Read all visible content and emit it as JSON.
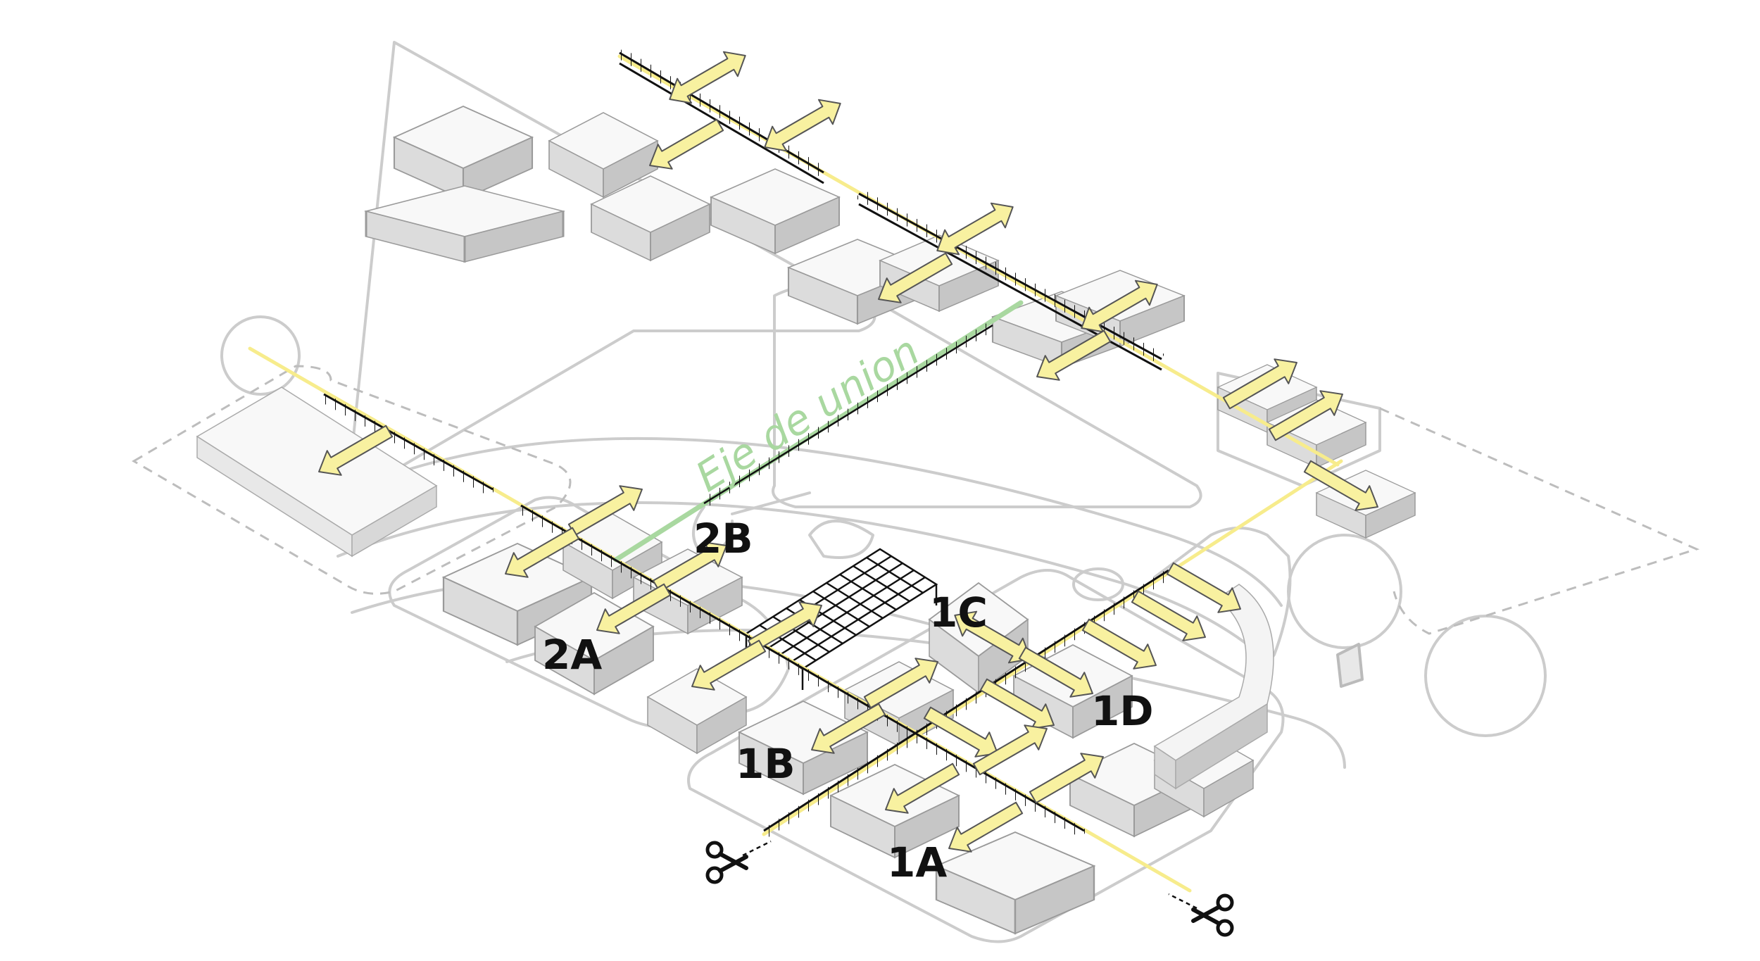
{
  "diagram": {
    "axis_label": "Eje de union",
    "sector_labels": {
      "s1a": "1A",
      "s1b": "1B",
      "s1c": "1C",
      "s1d": "1D",
      "s2a": "2A",
      "s2b": "2B"
    },
    "icons": [
      "scissors-icon",
      "scissors-icon"
    ],
    "colors": {
      "context_line": "#cccccc",
      "building_top": "#f8f8f8",
      "building_left": "#dcdcdc",
      "building_right": "#c6c6c6",
      "axis_yellow": "#f7ec8c",
      "arrow_fill": "#f8f1a0",
      "union_green": "#a9d8a0",
      "structure": "#111111"
    }
  }
}
